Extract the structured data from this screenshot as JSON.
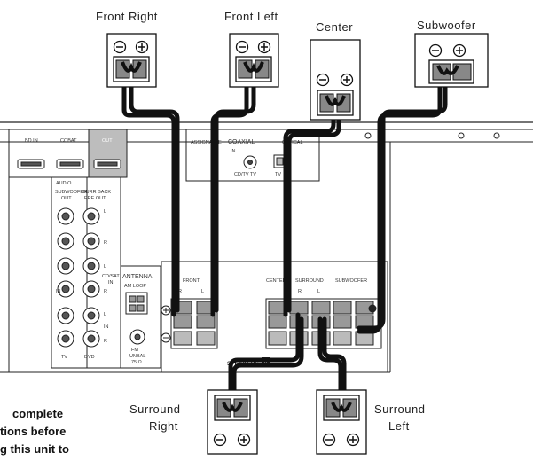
{
  "speakers": {
    "front_right": "Front Right",
    "front_left": "Front Left",
    "center": "Center",
    "subwoofer": "Subwoofer",
    "surround_right_1": "Surround",
    "surround_right_2": "Right",
    "surround_left_1": "Surround",
    "surround_left_2": "Left"
  },
  "receiver": {
    "hdmi_bdin": "BD IN",
    "hdmi_cobat": "COBAT",
    "hdmi_out": "OUT",
    "assignable": "ASSIGNABLE",
    "coaxial": "COAXIAL",
    "coaxial_in": "IN",
    "optical": "OPTICAL",
    "optical_in": "IN",
    "cd_tv": "CD/TV TV",
    "tv": "TV",
    "audio": "AUDIO",
    "subwoofer_out_1": "SUBWOOFER",
    "subwoofer_out_2": "OUT",
    "surr_back_1": "SURR BACK",
    "surr_back_2": "PRE OUT",
    "label_l": "L",
    "label_r": "R",
    "label_in": "IN",
    "cd_sat": "CD/SAT",
    "tv_label": "TV",
    "dvd_label": "DVD",
    "antenna": "ANTENNA",
    "am_loop": "AM LOOP",
    "fm_unbal": "FM",
    "fm_unbal_2": "UNBAL",
    "fm_unbal_3": "75 Ω",
    "front": "FRONT",
    "center_term": "CENTER",
    "surround_term": "SURROUND",
    "subwoofer_term": "SUBWOOFER",
    "term_r": "R",
    "term_l": "L",
    "speakers_a": "SPEAKERS",
    "speakers_a_badge": "A"
  },
  "note": {
    "line1": "complete",
    "line2": "tions before",
    "line3": "g this unit to"
  },
  "colors": {
    "line": "#111111",
    "panel": "#ffffff",
    "receiver_fill": "#ffffff",
    "hdmi_out_fill": "#bdbdbd",
    "cable": "#111111"
  }
}
